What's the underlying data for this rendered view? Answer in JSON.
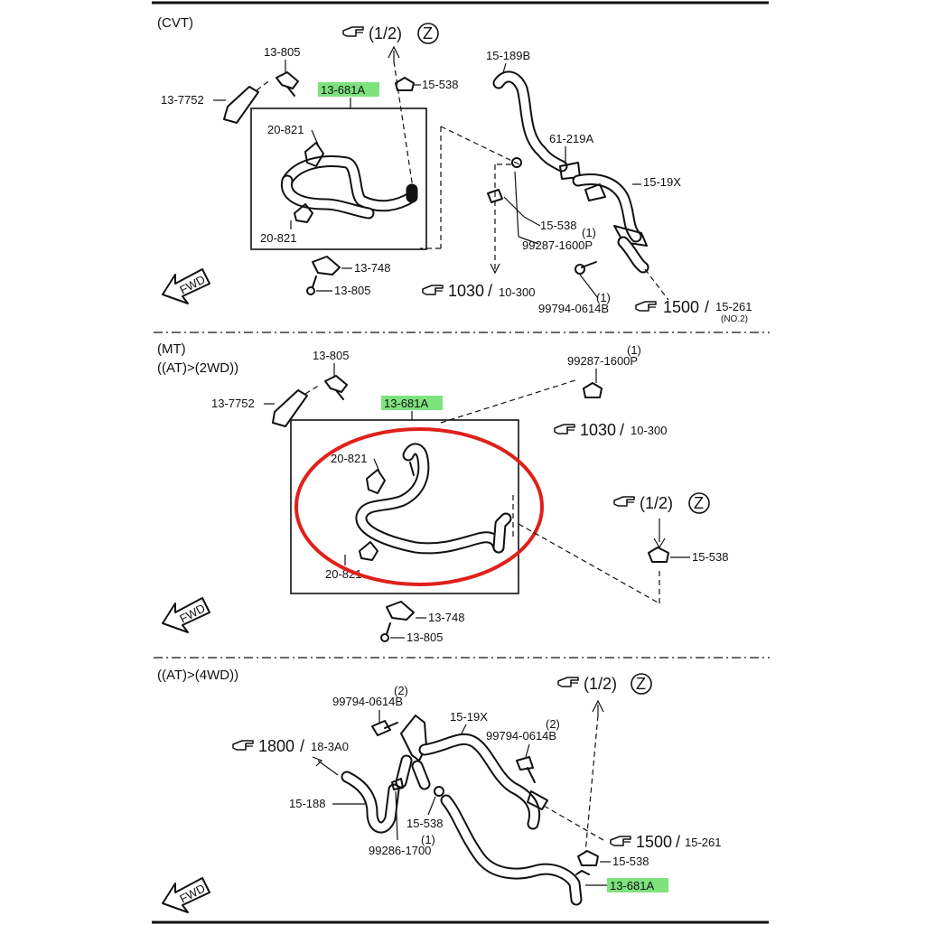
{
  "sections": [
    {
      "title": "(CVT)",
      "labels": {
        "bolt_top": "13-805",
        "bracket": "13-7752",
        "hose_main": "13-681A",
        "clip": "15-538",
        "clip_upper": "20-821",
        "clip_lower": "20-821",
        "clip_bottom": "13-748",
        "bolt_bottom": "13-805",
        "hose_right": "15-189B",
        "hose_joint": "61-219A",
        "pipe": "15-19X",
        "clip_right": "15-538",
        "clamp": "99287-1600P",
        "clamp_qty": "(1)",
        "bolt_right": "99794-0614B",
        "bolt_right_qty": "(1)"
      },
      "refs": {
        "top_ref": "(1/2)",
        "top_zone": "Z",
        "ref_1030": "1030",
        "ref_1030_sub": "10-300",
        "ref_1500": "1500",
        "ref_1500_sub": "15-261",
        "ref_1500_note": "(NO.2)"
      },
      "fwd": "FWD"
    },
    {
      "title": "(MT)",
      "subtitle": "((AT)>(2WD))",
      "labels": {
        "bolt_top": "13-805",
        "bracket": "13-7752",
        "hose_main": "13-681A",
        "clamp": "99287-1600P",
        "clamp_qty": "(1)",
        "clip_upper": "20-821",
        "clip_lower": "20-821",
        "clip_right": "15-538",
        "clip_bottom": "13-748",
        "bolt_bottom": "13-805"
      },
      "refs": {
        "ref_1030": "1030",
        "ref_1030_sub": "10-300",
        "right_ref": "(1/2)",
        "right_zone": "Z"
      },
      "fwd": "FWD"
    },
    {
      "title": "((AT)>(4WD))",
      "labels": {
        "bolt_left": "99794-0614B",
        "bolt_left_qty": "(2)",
        "pipe": "15-19X",
        "bolt_right": "99794-0614B",
        "bolt_right_qty": "(2)",
        "hose_left": "15-188",
        "clip_mid": "15-538",
        "clamp": "99286-1700",
        "clamp_qty": "(1)",
        "clip_right": "15-538",
        "hose_main": "13-681A"
      },
      "refs": {
        "ref_1800": "1800",
        "ref_1800_sub": "18-3A0",
        "top_ref": "(1/2)",
        "top_zone": "Z",
        "ref_1500": "1500",
        "ref_1500_sub": "15-261"
      },
      "fwd": "FWD"
    }
  ],
  "colors": {
    "highlight": "#7ee27e",
    "circle_mark": "#e0201a",
    "ink": "#111111"
  },
  "icons": [
    "pointing-hand-icon",
    "fwd-arrow-icon",
    "zone-circle-icon"
  ]
}
